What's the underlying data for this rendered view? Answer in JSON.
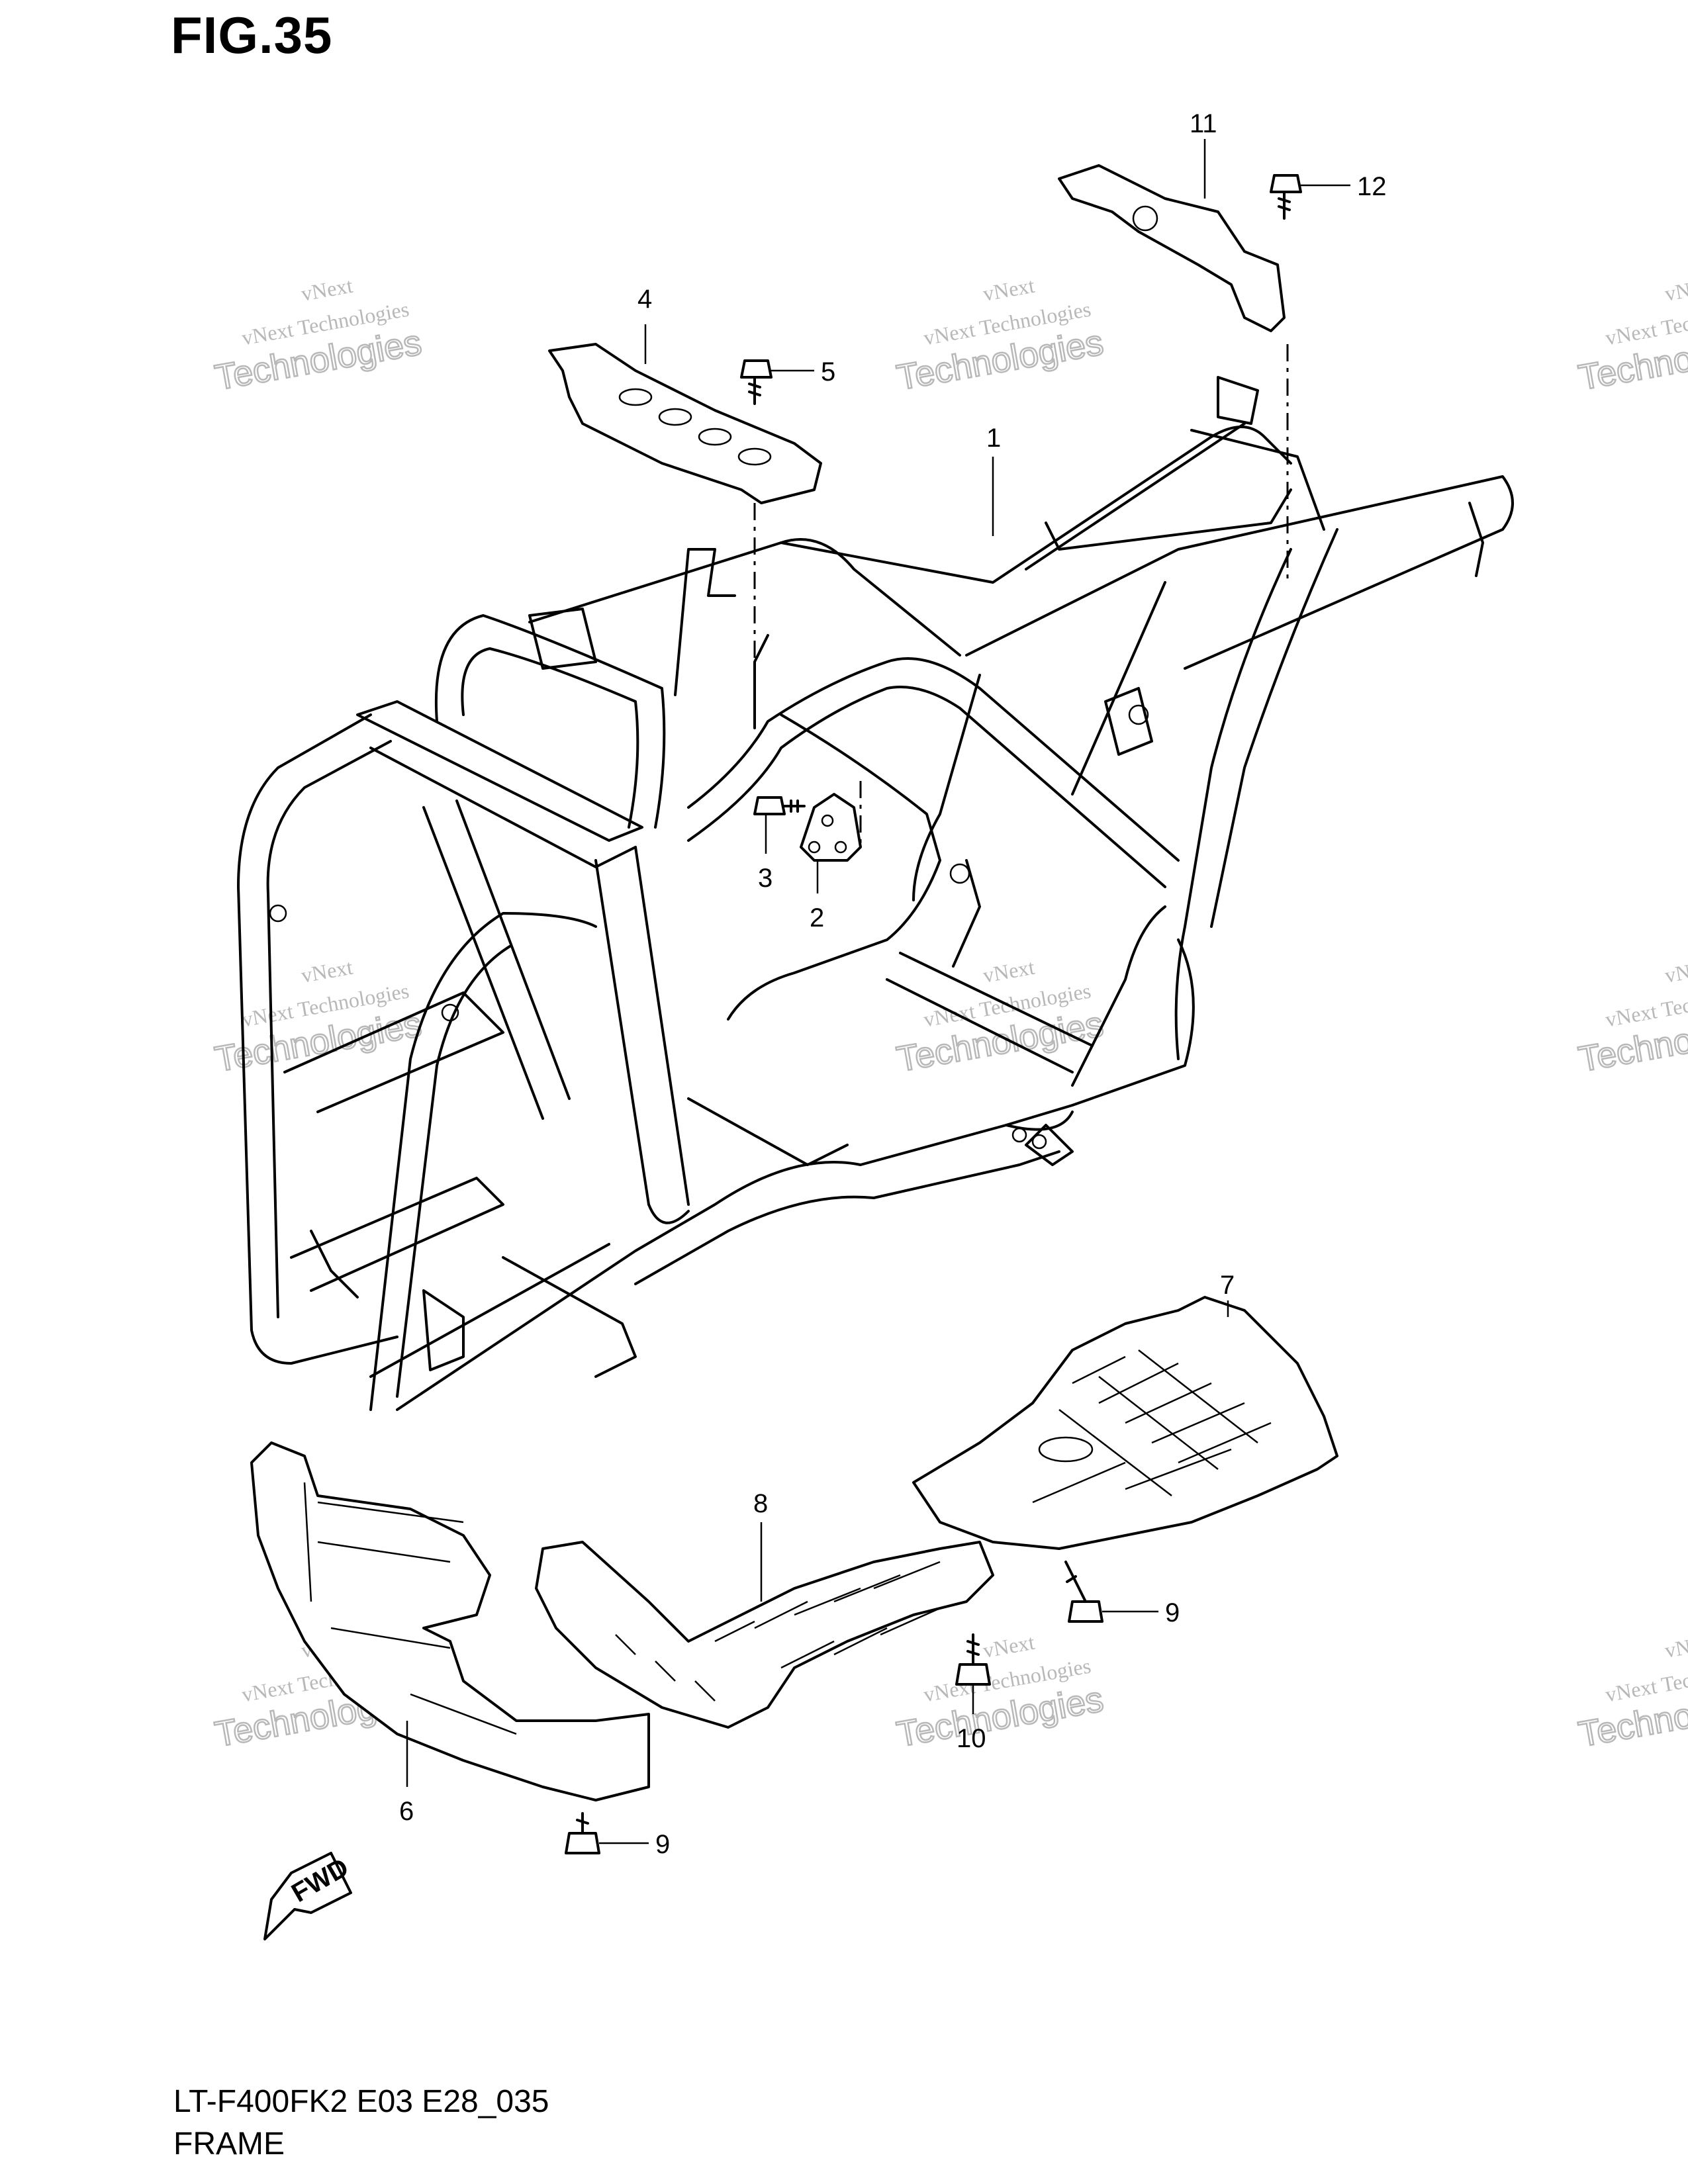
{
  "figure": {
    "title": "FIG.35",
    "doc_code": "LT-F400FK2 E03 E28_035",
    "doc_name": "FRAME"
  },
  "callouts": [
    {
      "id": "c1",
      "text": "1"
    },
    {
      "id": "c2",
      "text": "2"
    },
    {
      "id": "c3",
      "text": "3"
    },
    {
      "id": "c4",
      "text": "4"
    },
    {
      "id": "c5",
      "text": "5"
    },
    {
      "id": "c6",
      "text": "6"
    },
    {
      "id": "c7",
      "text": "7"
    },
    {
      "id": "c8",
      "text": "8"
    },
    {
      "id": "c9a",
      "text": "9"
    },
    {
      "id": "c9b",
      "text": "9"
    },
    {
      "id": "c10",
      "text": "10"
    },
    {
      "id": "c11",
      "text": "11"
    },
    {
      "id": "c12",
      "text": "12"
    }
  ],
  "direction_marker": {
    "text": "FWD"
  },
  "watermark": {
    "line1": "vNext",
    "line2": "vNext Technologies",
    "line3": "Technologies"
  },
  "colors": {
    "line": "#000000",
    "watermark": "#b8b8b8",
    "background": "#ffffff"
  }
}
